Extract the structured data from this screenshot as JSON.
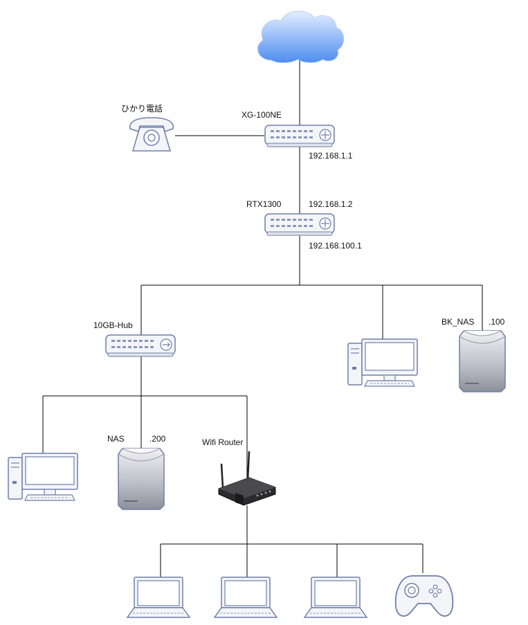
{
  "labels": {
    "phone": "ひかり電話",
    "xg100ne": "XG-100NE",
    "xg_ip": "192.168.1.1",
    "rtx1300": "RTX1300",
    "rtx_wan_ip": "192.168.1.2",
    "rtx_lan_ip": "192.168.100.1",
    "hub": "10GB-Hub",
    "bk_nas": "BK_NAS",
    "bk_nas_ip": ".100",
    "nas": "NAS",
    "nas_ip": ".200",
    "wifi": "Wifi Router"
  },
  "icons": {
    "cloud": "cloud-icon",
    "phone": "telephone-icon",
    "router": "router-icon",
    "switch": "switch-icon",
    "desktop": "desktop-computer-icon",
    "server": "server-icon",
    "wireless_router": "wireless-router-icon",
    "laptop": "laptop-icon",
    "gamepad": "gamepad-icon"
  },
  "colors": {
    "cloud_light": "#dbe9ff",
    "cloud_dark": "#4f8ff0",
    "device_outline": "#6a7aa8",
    "device_fill": "#f2f4f8",
    "line": "#000000"
  }
}
